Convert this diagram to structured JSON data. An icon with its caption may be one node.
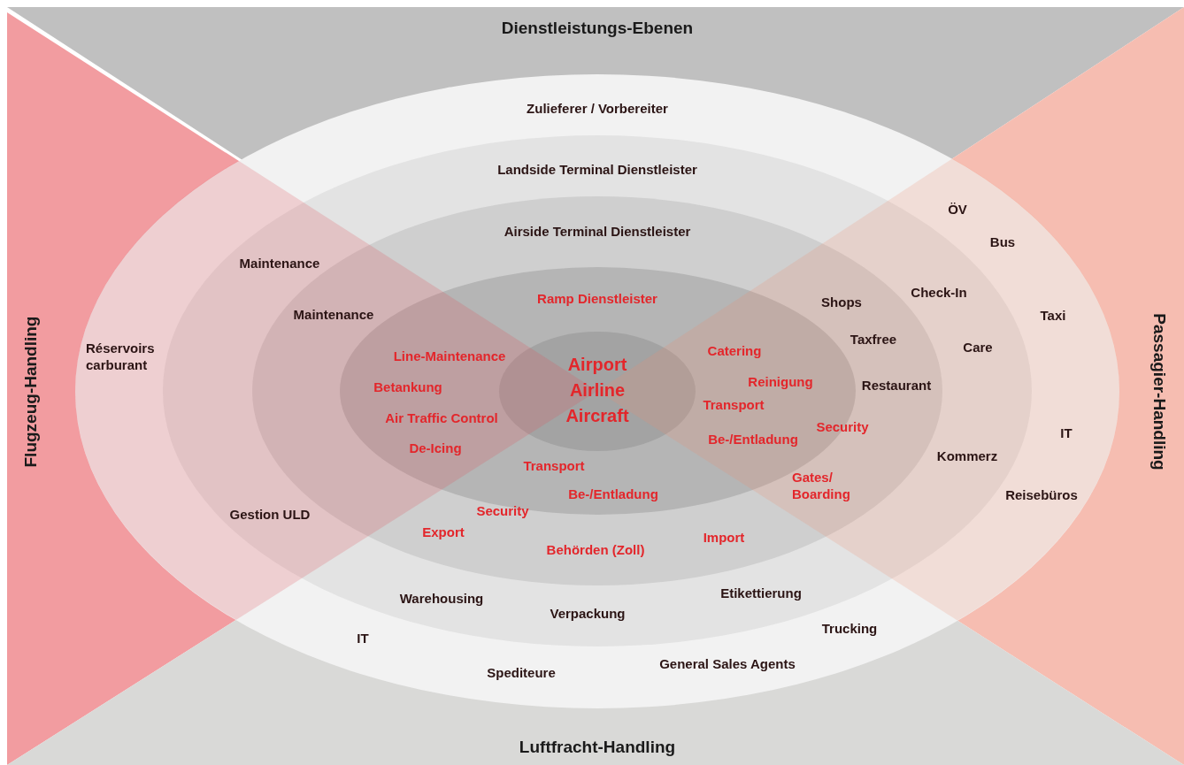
{
  "diagram": {
    "nodes": [
      {
        "text": [
          "Zulieferer / Vorbereiter"
        ]
      },
      {
        "text": [
          "Landside Terminal Dienstleister"
        ],
        "in": 0
      },
      {
        "text": [
          "Airside Terminal Dienstleister"
        ],
        "in": 1
      },
      {
        "text": [
          "Ramp Dienstleister"
        ],
        "in": 2
      },
      {
        "text": [
          "Airport",
          "Airline",
          "Aircraft"
        ],
        "in": 3
      }
    ],
    "labels": [
      "Dienstleistungs-Ebenen",
      "ÖV",
      "Bus",
      "Maintenance",
      "Check-In",
      "Shops",
      "Maintenance",
      "Taxi",
      "Taxfree",
      "Care",
      "Catering",
      "Line-Maintenance",
      "Réservoirs carburant",
      "Reinigung",
      "Restaurant",
      "Betankung",
      "Flugzeug-Handling",
      "Passagier-Handling",
      "Transport",
      "Air Traffic Control",
      "Security",
      "IT",
      "Be-/Entladung",
      "De-Icing",
      "Kommerz",
      "Transport",
      "Gates/ Boarding",
      "Be-/Entladung",
      "Reisebüros",
      "Security",
      "Gestion ULD",
      "Export",
      "Import",
      "Behörden (Zoll)",
      "Etikettierung",
      "Warehousing",
      "Verpackung",
      "Trucking",
      "IT",
      "General Sales Agents",
      "Spediteure",
      "Luftfracht-Handling"
    ]
  }
}
